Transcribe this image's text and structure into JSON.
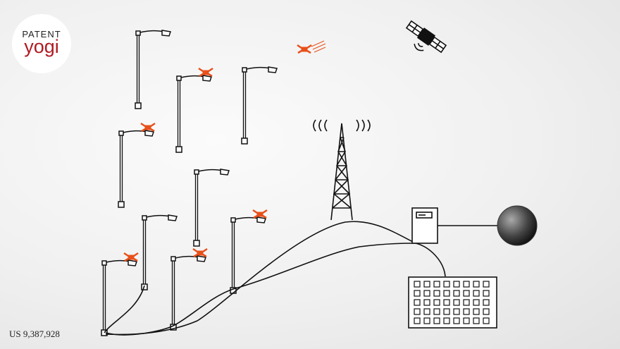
{
  "logo": {
    "line1": "PATENT",
    "line2": "yogi"
  },
  "patent_number": "US 9,387,928",
  "colors": {
    "drone": "#e8501a",
    "line": "#111111",
    "logo_red": "#b01a22"
  }
}
